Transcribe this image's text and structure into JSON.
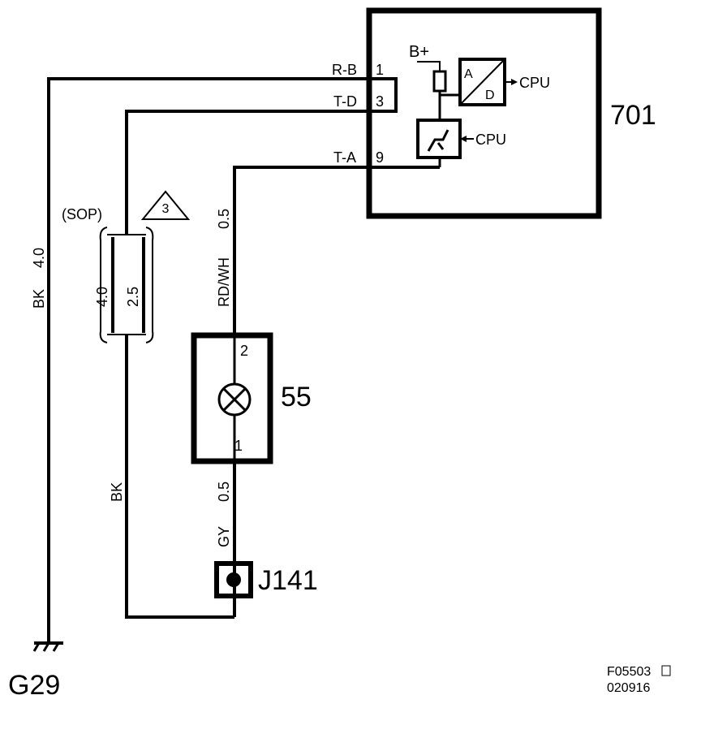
{
  "components": {
    "control_unit": "701",
    "lamp": "55",
    "connector": "J141",
    "ground": "G29"
  },
  "pins": {
    "r_b_label": "R-B",
    "r_b_num": "1",
    "t_d_label": "T-D",
    "t_d_num": "3",
    "t_a_label": "T-A",
    "t_a_num": "9",
    "lamp_pin_top": "2",
    "lamp_pin_bottom": "1"
  },
  "internal": {
    "supply": "B+",
    "adc_a": "A",
    "adc_d": "D",
    "cpu_1": "CPU",
    "cpu_2": "CPU"
  },
  "wires": {
    "bk_main": "BK",
    "bk_main_size": "4.0",
    "sop": "(SOP)",
    "note_num": "3",
    "alt_size_1": "4.0",
    "alt_size_2": "2.5",
    "rdwh_color": "RD/WH",
    "rdwh_size": "0.5",
    "gy_size": "0.5",
    "gy_color": "GY",
    "bk_return": "BK"
  },
  "footer": {
    "figure_id": "F05503",
    "date_code": "020916"
  }
}
